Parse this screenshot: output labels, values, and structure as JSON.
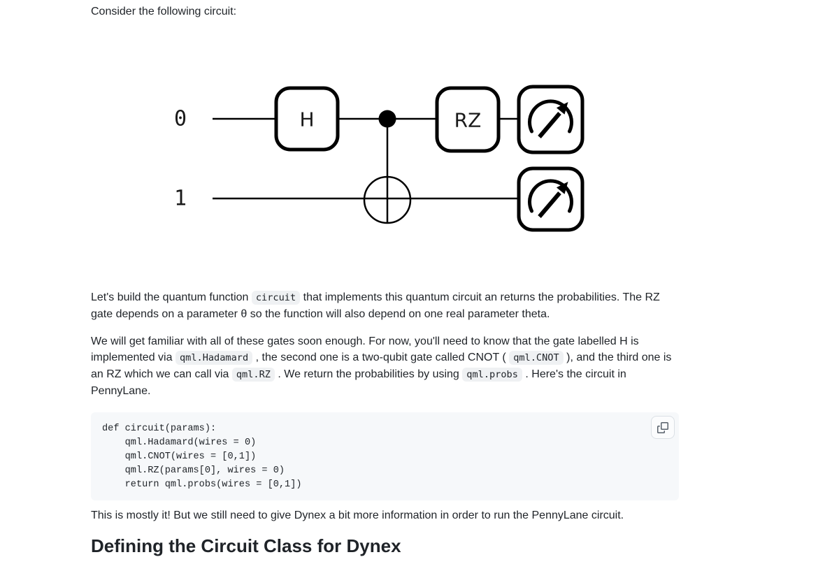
{
  "intro": "Consider the following circuit:",
  "circuit": {
    "wire_labels": {
      "w0": "0",
      "w1": "1"
    },
    "gate_labels": {
      "hadamard": "H",
      "rz": "RZ"
    }
  },
  "para1": {
    "t1": "Let's build the quantum function ",
    "c1": "circuit",
    "t2": " that implements this quantum circuit an returns the probabilities. The RZ gate depends on a parameter θ so the function will also depend on one real parameter theta."
  },
  "para2": {
    "t1": "We will get familiar with all of these gates soon enough. For now, you'll need to know that the gate labelled H is implemented via ",
    "c1": "qml.Hadamard",
    "t2": " , the second one is a two-qubit gate called CNOT ( ",
    "c2": "qml.CNOT",
    "t3": " ), and the third one is an RZ which we can call via ",
    "c3": "qml.RZ",
    "t4": " . We return the probabilities by using ",
    "c4": "qml.probs",
    "t5": " . Here's the circuit in PennyLane."
  },
  "code_block": {
    "code": "def circuit(params):\n    qml.Hadamard(wires = 0)\n    qml.CNOT(wires = [0,1])\n    qml.RZ(params[0], wires = 0)\n    return qml.probs(wires = [0,1])"
  },
  "icons": {
    "copy_button": "copy-icon",
    "measurement": "measurement-gauge-icon"
  },
  "para3": "This is mostly it! But we still need to give Dynex a bit more information in order to run the PennyLane circuit.",
  "heading": "Defining the Circuit Class for Dynex",
  "colors": {
    "text": "#1f2328",
    "inline_code_bg": "#eff1f3",
    "code_block_bg": "#f6f8fa",
    "circuit_stroke": "#000000",
    "heading_rule": "#e6e9ec"
  }
}
